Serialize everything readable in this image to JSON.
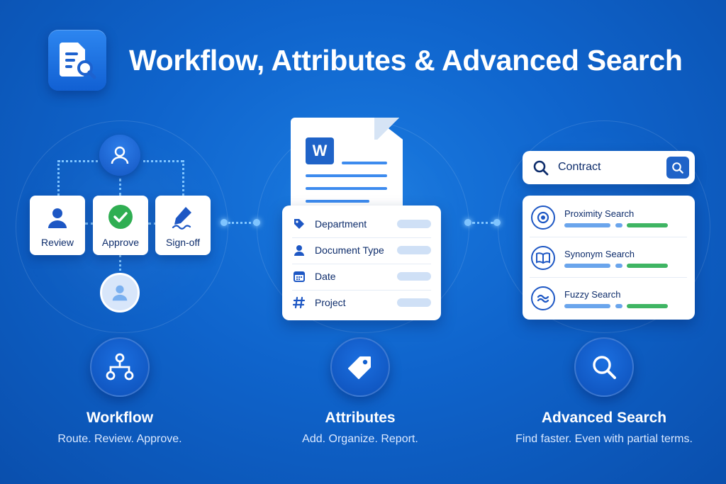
{
  "header": {
    "title": "Workflow, Attributes & Advanced Search",
    "logo_icon": "document-search-icon"
  },
  "workflow_panel": {
    "steps": [
      {
        "label": "Review",
        "icon": "person-icon"
      },
      {
        "label": "Approve",
        "icon": "check-circle-icon"
      },
      {
        "label": "Sign-off",
        "icon": "pen-signature-icon"
      }
    ],
    "top_avatar_icon": "user-avatar-icon",
    "bottom_avatar_icon": "user-avatar-icon"
  },
  "attributes_panel": {
    "document_badge": "W",
    "fields": [
      {
        "label": "Department",
        "icon": "tag-icon"
      },
      {
        "label": "Document Type",
        "icon": "person-icon"
      },
      {
        "label": "Date",
        "icon": "calendar-icon"
      },
      {
        "label": "Project",
        "icon": "hash-icon"
      }
    ]
  },
  "search_panel": {
    "query": "Contract",
    "modes": [
      {
        "label": "Proximity Search",
        "icon": "target-icon"
      },
      {
        "label": "Synonym Search",
        "icon": "book-icon"
      },
      {
        "label": "Fuzzy Search",
        "icon": "wave-icon"
      }
    ]
  },
  "features": [
    {
      "title": "Workflow",
      "subtitle": "Route. Review. Approve.",
      "icon": "flow-tree-icon"
    },
    {
      "title": "Attributes",
      "subtitle": "Add. Organize. Report.",
      "icon": "price-tag-icon"
    },
    {
      "title": "Advanced Search",
      "subtitle": "Find faster. Even with partial terms.",
      "icon": "magnifier-icon"
    }
  ],
  "colors": {
    "background": "#0f64cc",
    "accent_blue": "#1f63c8",
    "success_green": "#3fb563",
    "text_dark": "#0d2c6b",
    "connector": "#7fc4ff"
  }
}
